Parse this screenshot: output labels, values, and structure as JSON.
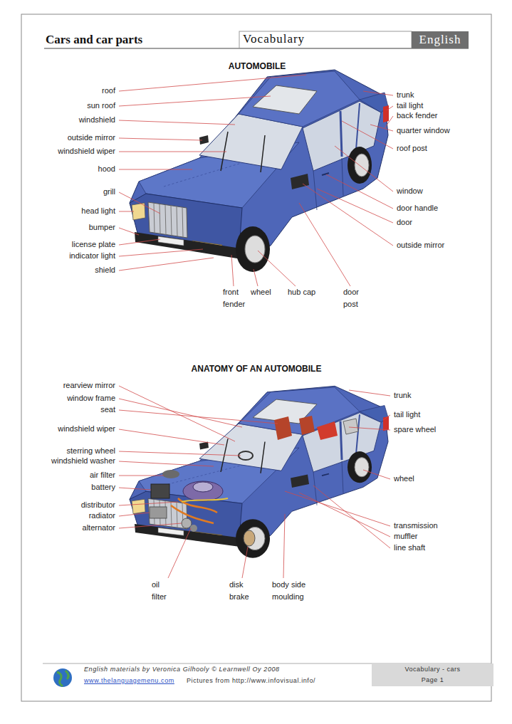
{
  "diagram": {
    "title": "Cars and car parts",
    "nodes": [
      {
        "text": [
          "English"
        ]
      },
      {
        "text": [
          "Vocabulary - cars",
          "Page 1"
        ]
      }
    ],
    "labels": [
      "Vocabulary",
      "AUTOMOBILE",
      "roof",
      "sun roof",
      "windshield",
      "outside mirror",
      "windshield wiper",
      "hood",
      "grill",
      "head light",
      "bumper",
      "license plate",
      "indicator light",
      "shield",
      "trunk",
      "tail light",
      "back fender",
      "quarter window",
      "roof post",
      "window",
      "door handle",
      "door",
      "outside mirror",
      "front fender",
      "wheel",
      "hub cap",
      "door post",
      "ANATOMY OF AN AUTOMOBILE",
      "rearview mirror",
      "window frame",
      "seat",
      "windshield wiper",
      "sterring wheel",
      "windshield washer",
      "air filter",
      "battery",
      "distributor",
      "radiator",
      "alternator",
      "trunk",
      "tail light",
      "spare wheel",
      "wheel",
      "transmission",
      "muffler",
      "line shaft",
      "oil filter",
      "disk brake",
      "body side moulding",
      "English materials by Veronica Gilhooly © Learnwell Oy 2008",
      "www.thelanguagemenu.com",
      "Pictures from http://www.infovisual.info/"
    ]
  }
}
